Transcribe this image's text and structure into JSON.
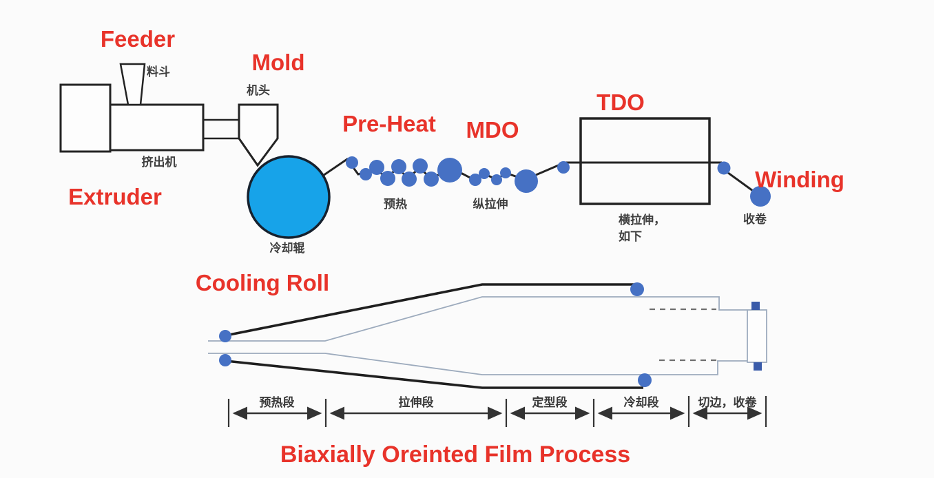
{
  "title": "Biaxially Oreinted Film Process",
  "colors": {
    "accent_red": "#e8332a",
    "cooling_roll_fill": "#17a3e9",
    "roll_blue": "#4671c4",
    "outline_dark": "#232323",
    "tenter_thin_line": "#9dabbd",
    "winder_square_blue": "#3a5ba9"
  },
  "stages": {
    "feeder": {
      "en": "Feeder",
      "cn": "料斗"
    },
    "mold": {
      "en": "Mold",
      "cn": "机头"
    },
    "extruder": {
      "en": "Extruder",
      "cn": "挤出机"
    },
    "cooling_roll": {
      "en": "Cooling Roll",
      "cn": "冷却辊"
    },
    "pre_heat": {
      "en": "Pre-Heat",
      "cn": "预热"
    },
    "mdo": {
      "en": "MDO",
      "cn": "纵拉伸"
    },
    "tdo": {
      "en": "TDO",
      "cn_line1": "横拉伸，",
      "cn_line2": "如下"
    },
    "winding": {
      "en": "Winding",
      "cn": "收卷"
    }
  },
  "tenter_sections": [
    "预热段",
    "拉伸段",
    "定型段",
    "冷却段",
    "切边，收卷"
  ]
}
